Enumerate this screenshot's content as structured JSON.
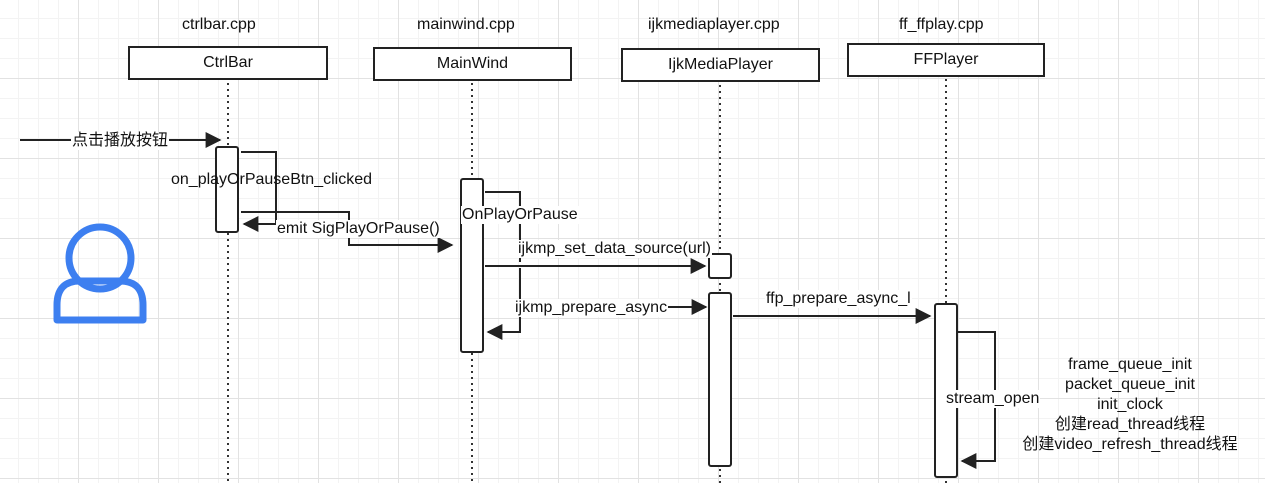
{
  "participants": [
    {
      "file": "ctrlbar.cpp",
      "name": "CtrlBar"
    },
    {
      "file": "mainwind.cpp",
      "name": "MainWind"
    },
    {
      "file": "ijkmediaplayer.cpp",
      "name": "IjkMediaPlayer"
    },
    {
      "file": "ff_ffplay.cpp",
      "name": "FFPlayer"
    }
  ],
  "messages": {
    "click": "点击播放按钮",
    "on_clicked": "on_playOrPauseBtn_clicked",
    "emit": "emit SigPlayOrPause()",
    "on_play_or_pause": "OnPlayOrPause",
    "set_data_source": "ijkmp_set_data_source(url)",
    "prepare_async": "ijkmp_prepare_async",
    "ffp_prepare": "ffp_prepare_async_l",
    "stream_open": "stream_open"
  },
  "notes": [
    "frame_queue_init",
    "packet_queue_init",
    "init_clock",
    "创建read_thread线程",
    "创建video_refresh_thread线程"
  ],
  "colors": {
    "accent": "#3d7ff0",
    "line": "#222222",
    "grid": "#e2e2e2"
  },
  "icons": {
    "actor": "user-icon"
  }
}
